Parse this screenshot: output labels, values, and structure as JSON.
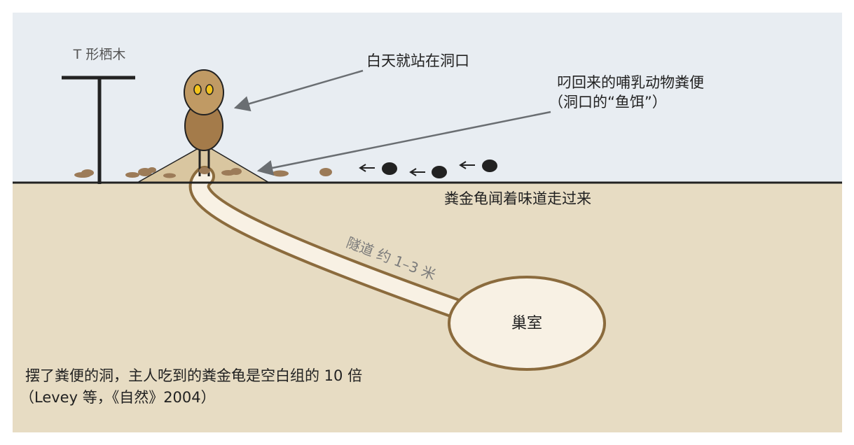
{
  "labels": {
    "perch": "T 形栖木",
    "owl_daytime": "白天就站在洞口",
    "dung_line1": "叼回来的哺乳动物粪便",
    "dung_line2": "（洞口的“鱼饵”）",
    "beetle": "粪金龟闻着味道走过来",
    "tunnel": "隧道 约 1–3 米",
    "chamber": "巢室",
    "finding_line1": "摆了粪便的洞，主人吃到的粪金龟是空白组的 10 倍",
    "finding_line2": "（Levey 等，《自然》2004）"
  },
  "colors": {
    "sky": "#e8edf2",
    "soil": "#e7dcc3",
    "mound": "#d9c6a0",
    "tunnel_fill": "#f8f1e4",
    "tunnel_stroke": "#8b6b3d",
    "owl_head": "#c09a64",
    "owl_body": "#a47b4a",
    "owl_eye": "#f2c21b",
    "dung": "#9c7b58",
    "beetle": "#222222",
    "arrow": "#6a6e72",
    "text": "#222222",
    "tunnel_label": "#7a7a7a"
  },
  "icons": [
    "t-perch-icon",
    "burrowing-owl-icon",
    "dung-pellet-icon",
    "dung-beetle-icon",
    "movement-arrow-icon"
  ]
}
